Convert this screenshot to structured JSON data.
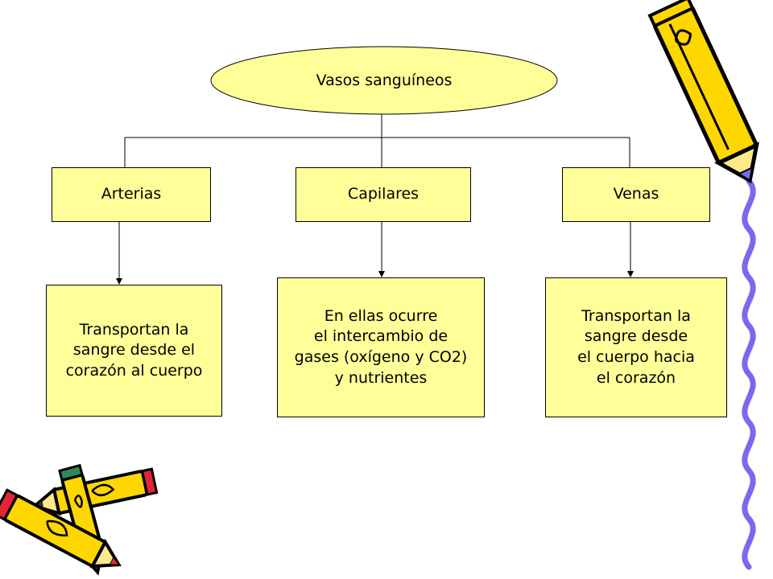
{
  "diagram": {
    "root": {
      "label": "Vasos sanguíneos"
    },
    "categories": [
      {
        "label": "Arterias",
        "description": [
          "Transportan la",
          "sangre desde el",
          "corazón al cuerpo"
        ]
      },
      {
        "label": "Capilares",
        "description": [
          "En ellas ocurre",
          "el intercambio de",
          "gases (oxígeno y CO2)",
          "y nutrientes"
        ]
      },
      {
        "label": "Venas",
        "description": [
          "Transportan la",
          "sangre desde",
          "el cuerpo hacia",
          "el corazón"
        ]
      }
    ]
  },
  "colors": {
    "node_fill": "#ffff99",
    "outline": "#000000",
    "pencil_body": "#ffd700",
    "pencil_tip": "#7b68ee",
    "pencil_eraser_red": "#e32636",
    "pencil_eraser_green": "#2e8b57"
  },
  "decorations": [
    "pencil-icon",
    "pencil-icon",
    "pencil-icon"
  ]
}
